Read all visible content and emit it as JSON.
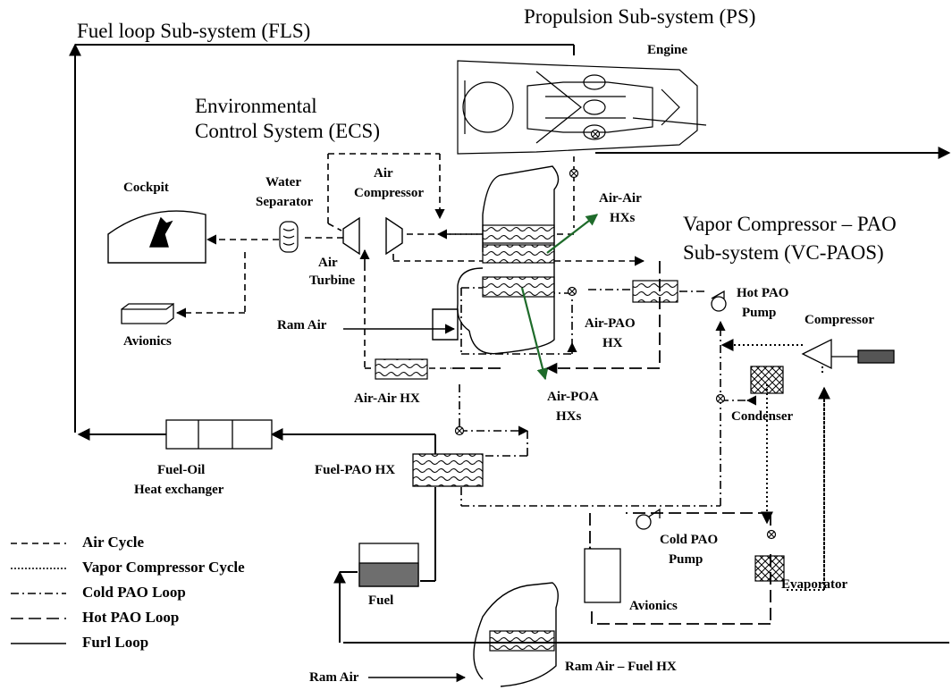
{
  "subsystems": {
    "fls": "Fuel loop Sub-system (FLS)",
    "ps": "Propulsion Sub-system (PS)",
    "ecs_line1": "Environmental",
    "ecs_line2": "Control System (ECS)",
    "vc_line1": "Vapor Compressor – PAO",
    "vc_line2": "Sub-system (VC-PAOS)"
  },
  "components": {
    "engine": "Engine",
    "cockpit": "Cockpit",
    "water_separator_1": "Water",
    "water_separator_2": "Separator",
    "air_compressor_1": "Air",
    "air_compressor_2": "Compressor",
    "air_air_hxs_1": "Air-Air",
    "air_air_hxs_2": "HXs",
    "air_turbine_1": "Air",
    "air_turbine_2": "Turbine",
    "hot_pao_pump_1": "Hot PAO",
    "hot_pao_pump_2": "Pump",
    "avionics_left": "Avionics",
    "ram_air_top": "Ram Air",
    "air_pao_hx_1": "Air-PAO",
    "air_pao_hx_2": "HX",
    "compressor": "Compressor",
    "air_air_hx": "Air-Air HX",
    "air_poa_hxs_1": "Air-POA",
    "air_poa_hxs_2": "HXs",
    "condenser": "Condenser",
    "fuel_oil_hx_1": "Fuel-Oil",
    "fuel_oil_hx_2": "Heat exchanger",
    "fuel_pao_hx": "Fuel-PAO HX",
    "cold_pao_pump_1": "Cold PAO",
    "cold_pao_pump_2": "Pump",
    "fuel": "Fuel",
    "avionics_right": "Avionics",
    "evaporator": "Evaporator",
    "ram_air_fuel_hx": "Ram Air – Fuel HX",
    "ram_air_bottom": "Ram Air"
  },
  "legend": [
    {
      "label": "Air Cycle",
      "style": "dashed"
    },
    {
      "label": "Vapor Compressor Cycle",
      "style": "dotted"
    },
    {
      "label": "Cold PAO Loop",
      "style": "dash-dot"
    },
    {
      "label": "Hot PAO Loop",
      "style": "long-dash"
    },
    {
      "label": "Furl Loop",
      "style": "solid"
    }
  ],
  "colors": {
    "line": "#000000",
    "arrow_green": "#1e6b2a",
    "fuel_fill": "#6e6e6e"
  }
}
